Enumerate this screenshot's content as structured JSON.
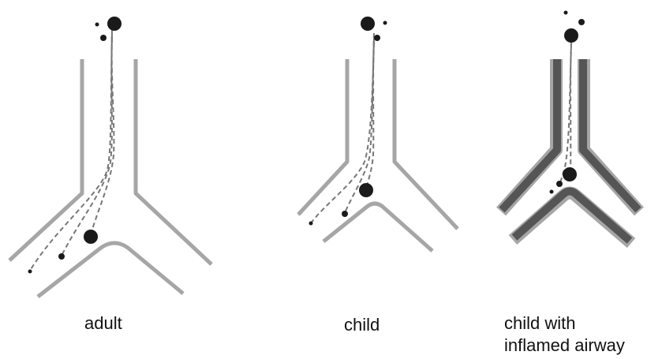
{
  "panels": [
    {
      "label": "adult"
    },
    {
      "label": "child"
    },
    {
      "label_line1": "child with",
      "label_line2": "inflamed airway"
    }
  ],
  "colors": {
    "airway_wall": "#a6a6a6",
    "inflamed_wall": "#555555",
    "particle": "#1a1a1a",
    "trajectory": "#777777"
  }
}
